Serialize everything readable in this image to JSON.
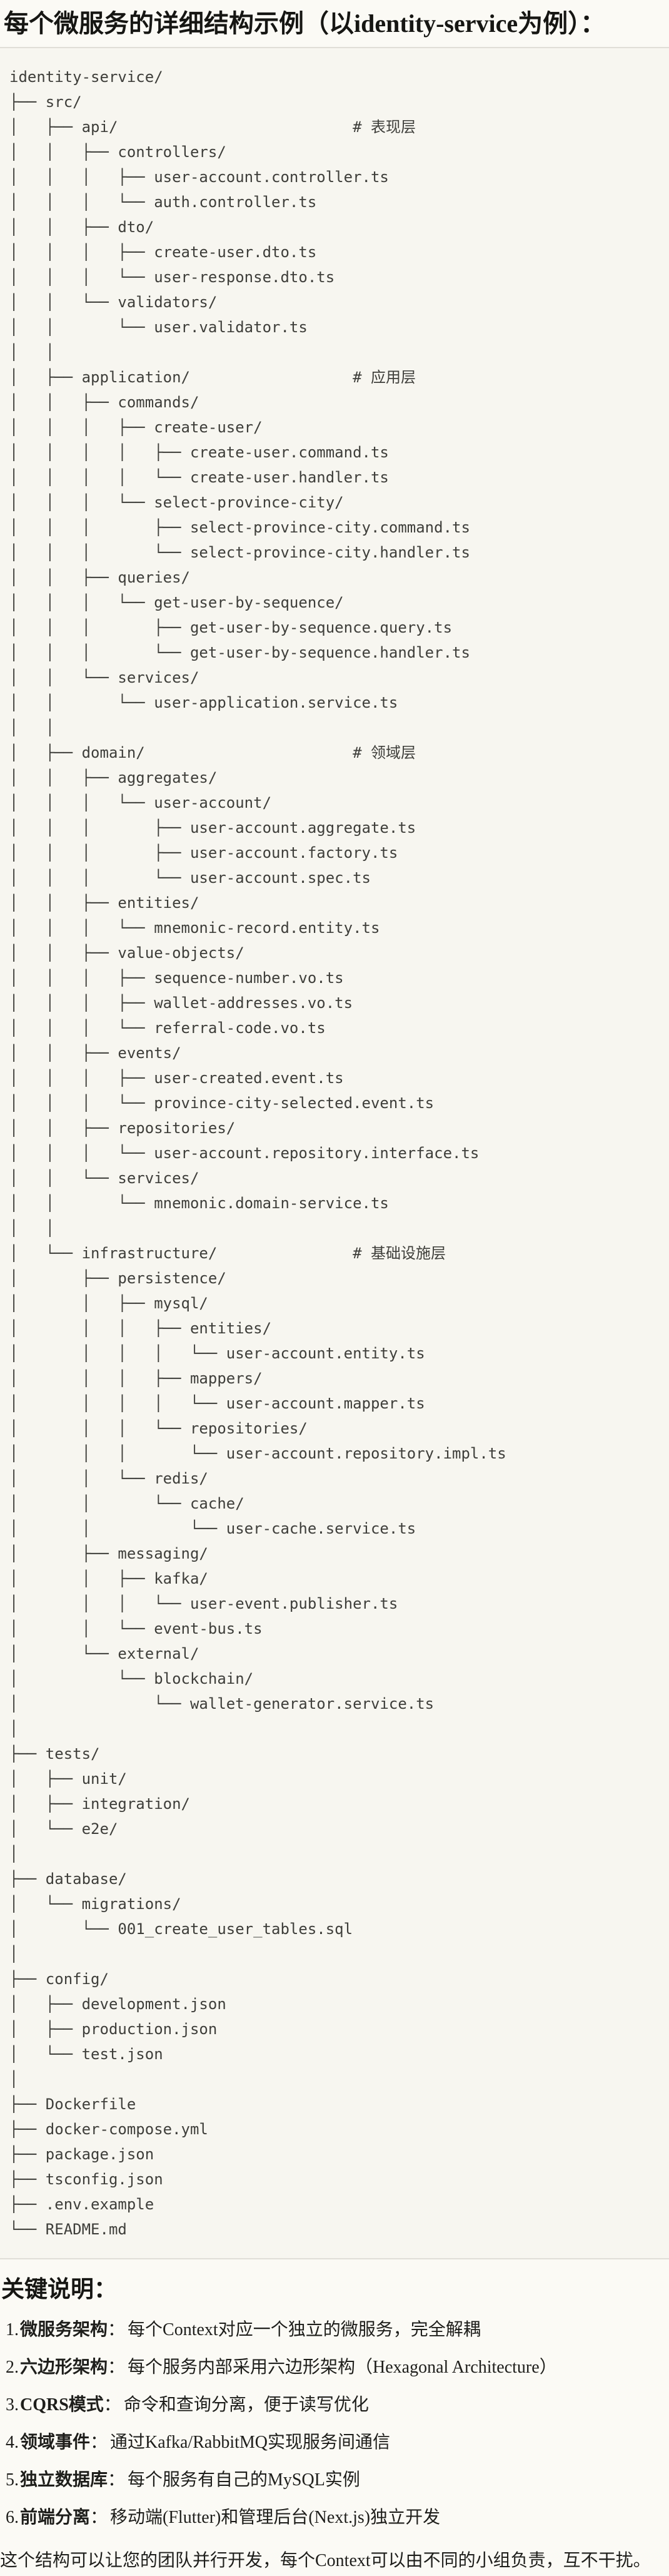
{
  "heading": {
    "title": "每个微服务的详细结构示例（以identity-service为例）："
  },
  "tree": {
    "lines": [
      "identity-service/",
      "├── src/",
      "│   ├── api/                          # 表现层",
      "│   │   ├── controllers/",
      "│   │   │   ├── user-account.controller.ts",
      "│   │   │   └── auth.controller.ts",
      "│   │   ├── dto/",
      "│   │   │   ├── create-user.dto.ts",
      "│   │   │   └── user-response.dto.ts",
      "│   │   └── validators/",
      "│   │       └── user.validator.ts",
      "│   │",
      "│   ├── application/                  # 应用层",
      "│   │   ├── commands/",
      "│   │   │   ├── create-user/",
      "│   │   │   │   ├── create-user.command.ts",
      "│   │   │   │   └── create-user.handler.ts",
      "│   │   │   └── select-province-city/",
      "│   │   │       ├── select-province-city.command.ts",
      "│   │   │       └── select-province-city.handler.ts",
      "│   │   ├── queries/",
      "│   │   │   └── get-user-by-sequence/",
      "│   │   │       ├── get-user-by-sequence.query.ts",
      "│   │   │       └── get-user-by-sequence.handler.ts",
      "│   │   └── services/",
      "│   │       └── user-application.service.ts",
      "│   │",
      "│   ├── domain/                       # 领域层",
      "│   │   ├── aggregates/",
      "│   │   │   └── user-account/",
      "│   │   │       ├── user-account.aggregate.ts",
      "│   │   │       ├── user-account.factory.ts",
      "│   │   │       └── user-account.spec.ts",
      "│   │   ├── entities/",
      "│   │   │   └── mnemonic-record.entity.ts",
      "│   │   ├── value-objects/",
      "│   │   │   ├── sequence-number.vo.ts",
      "│   │   │   ├── wallet-addresses.vo.ts",
      "│   │   │   └── referral-code.vo.ts",
      "│   │   ├── events/",
      "│   │   │   ├── user-created.event.ts",
      "│   │   │   └── province-city-selected.event.ts",
      "│   │   ├── repositories/",
      "│   │   │   └── user-account.repository.interface.ts",
      "│   │   └── services/",
      "│   │       └── mnemonic.domain-service.ts",
      "│   │",
      "│   └── infrastructure/               # 基础设施层",
      "│       ├── persistence/",
      "│       │   ├── mysql/",
      "│       │   │   ├── entities/",
      "│       │   │   │   └── user-account.entity.ts",
      "│       │   │   ├── mappers/",
      "│       │   │   │   └── user-account.mapper.ts",
      "│       │   │   └── repositories/",
      "│       │   │       └── user-account.repository.impl.ts",
      "│       │   └── redis/",
      "│       │       └── cache/",
      "│       │           └── user-cache.service.ts",
      "│       ├── messaging/",
      "│       │   ├── kafka/",
      "│       │   │   └── user-event.publisher.ts",
      "│       │   └── event-bus.ts",
      "│       └── external/",
      "│           └── blockchain/",
      "│               └── wallet-generator.service.ts",
      "│",
      "├── tests/",
      "│   ├── unit/",
      "│   ├── integration/",
      "│   └── e2e/",
      "│",
      "├── database/",
      "│   └── migrations/",
      "│       └── 001_create_user_tables.sql",
      "│",
      "├── config/",
      "│   ├── development.json",
      "│   ├── production.json",
      "│   └── test.json",
      "│",
      "├── Dockerfile",
      "├── docker-compose.yml",
      "├── package.json",
      "├── tsconfig.json",
      "├── .env.example",
      "└── README.md"
    ]
  },
  "notes": {
    "heading": "关键说明：",
    "items": [
      {
        "num": "1.",
        "term": "微服务架构",
        "sep": "：",
        "desc": "每个Context对应一个独立的微服务，完全解耦"
      },
      {
        "num": "2.",
        "term": "六边形架构",
        "sep": "：",
        "desc": "每个服务内部采用六边形架构（Hexagonal Architecture）"
      },
      {
        "num": "3.",
        "term": "CQRS模式",
        "sep": "：",
        "desc": "命令和查询分离，便于读写优化"
      },
      {
        "num": "4.",
        "term": "领域事件",
        "sep": "：",
        "desc": "通过Kafka/RabbitMQ实现服务间通信"
      },
      {
        "num": "5.",
        "term": "独立数据库",
        "sep": "：",
        "desc": "每个服务有自己的MySQL实例"
      },
      {
        "num": "6.",
        "term": "前端分离",
        "sep": "：",
        "desc": "移动端(Flutter)和管理后台(Next.js)独立开发"
      }
    ],
    "footer": "这个结构可以让您的团队并行开发，每个Context可以由不同的小组负责，互不干扰。"
  },
  "colors": {
    "page_bg": "#FBFAF5",
    "code_bg": "#F7F6F0",
    "code_border": "#E0DED7",
    "code_text": "#3E3E3A",
    "body_text": "#1E1E1B"
  }
}
